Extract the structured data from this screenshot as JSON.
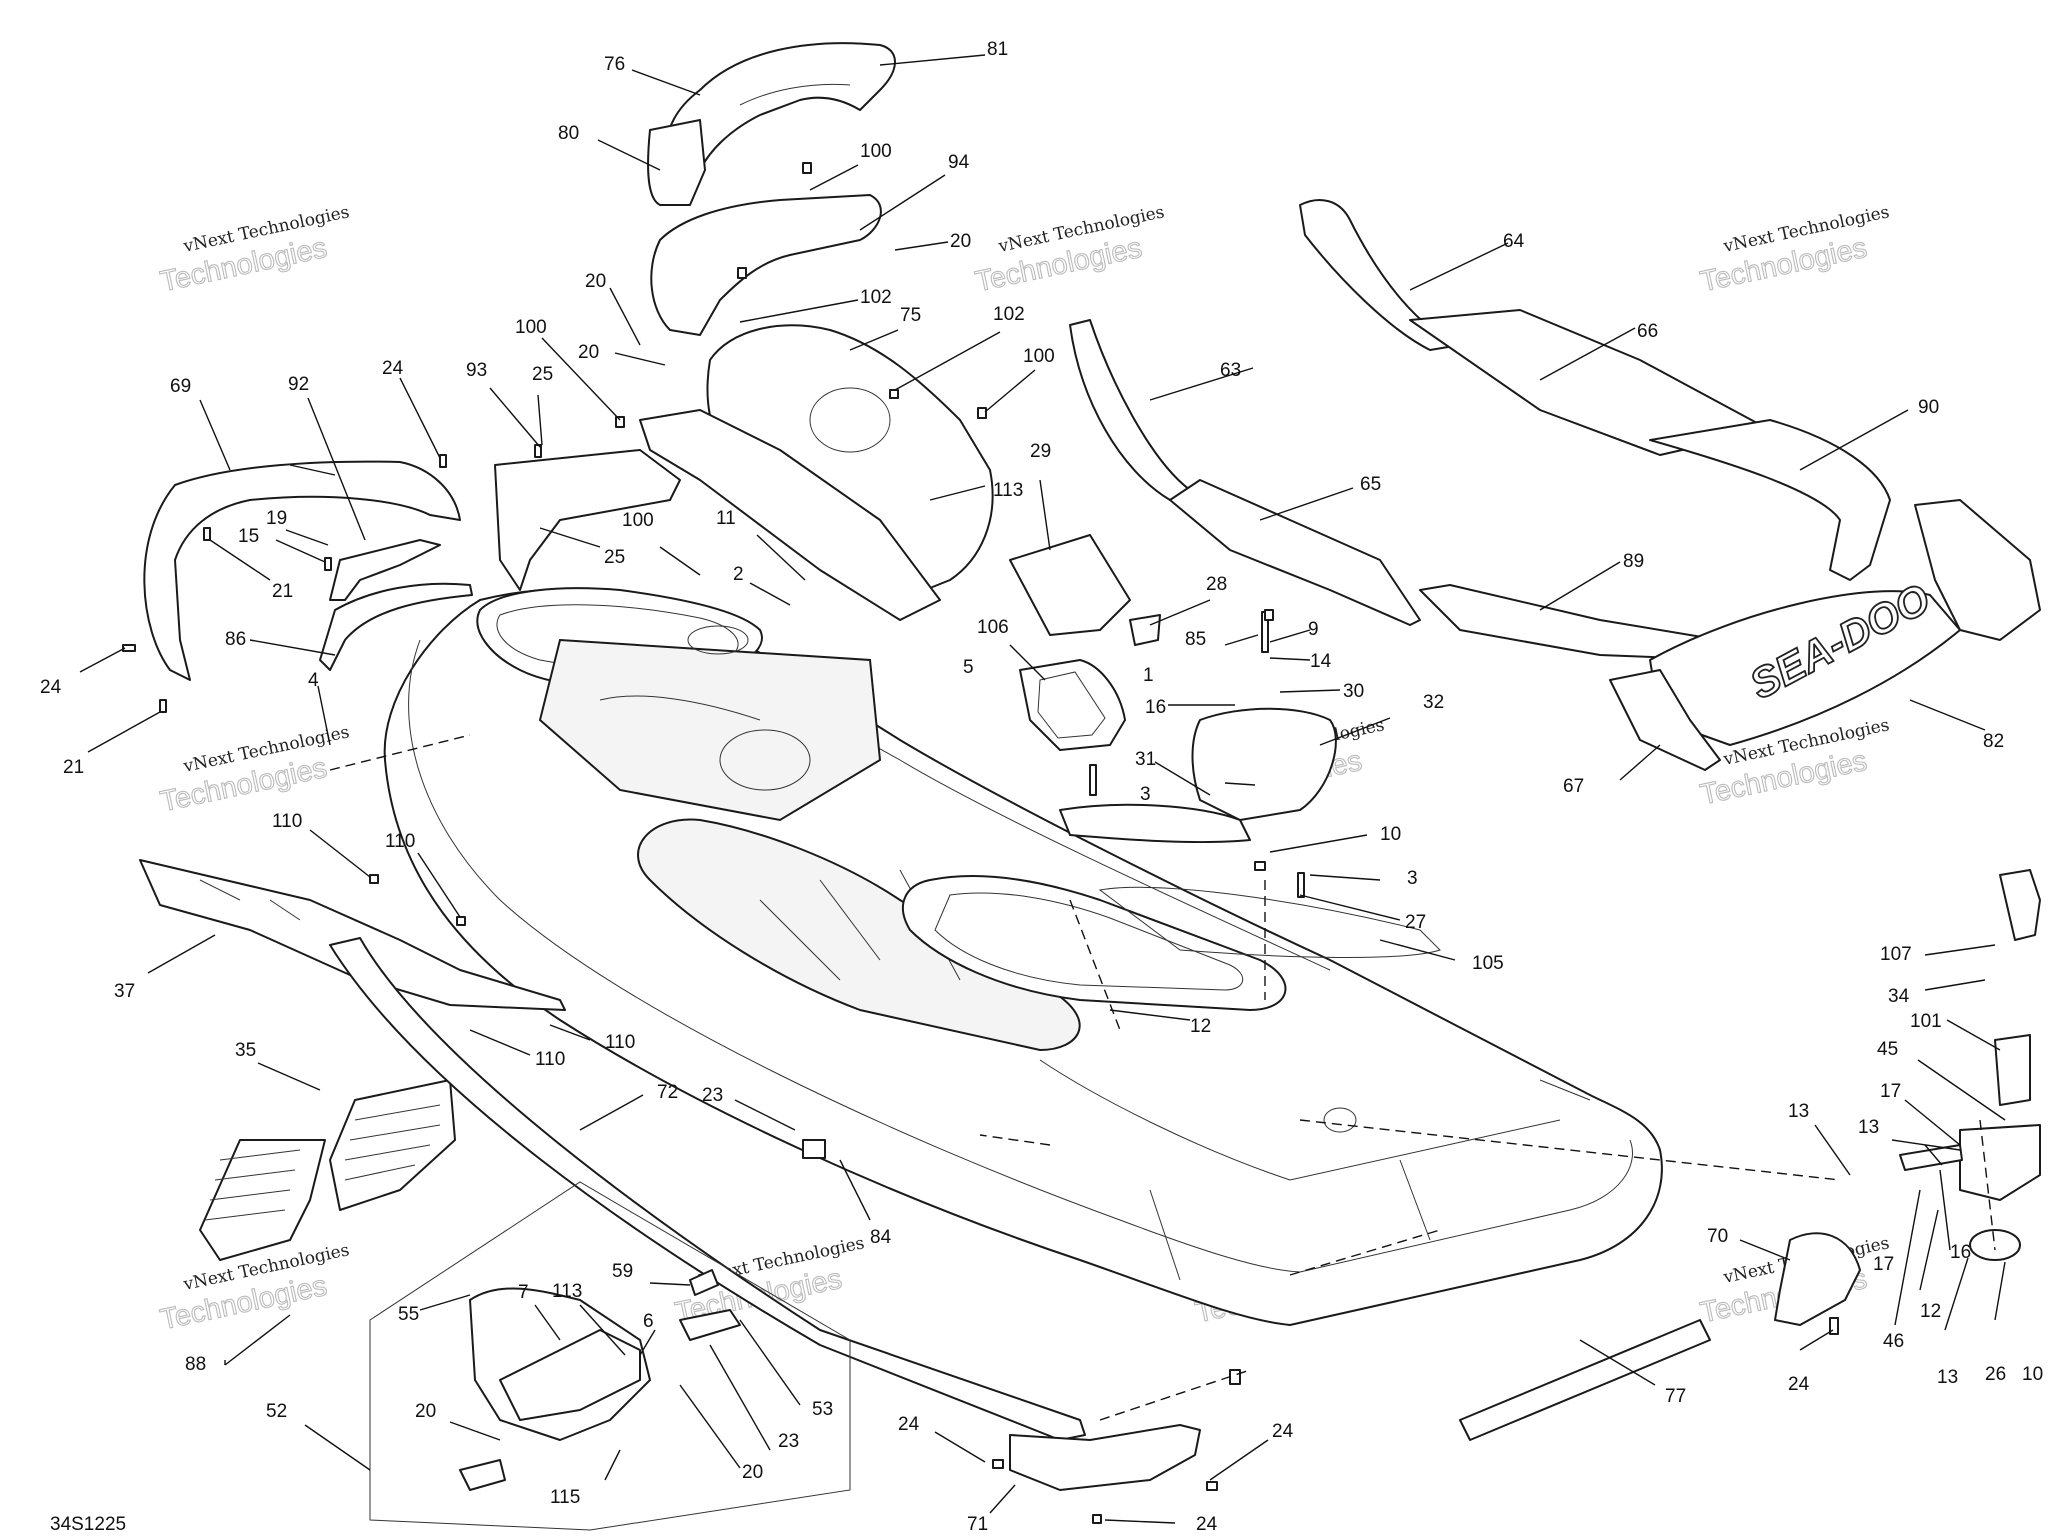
{
  "diagram_code": "34S1225",
  "watermark": {
    "line1": "vNext Technologies",
    "line2": "Technologies"
  },
  "logo_text": "SEA-DOO",
  "callouts": [
    "76",
    "81",
    "80",
    "100",
    "94",
    "20",
    "20",
    "102",
    "75",
    "102",
    "20",
    "100",
    "100",
    "24",
    "93",
    "25",
    "69",
    "92",
    "19",
    "15",
    "21",
    "25",
    "100",
    "11",
    "2",
    "29",
    "113",
    "28",
    "106",
    "85",
    "9",
    "14",
    "5",
    "1",
    "30",
    "16",
    "32",
    "3",
    "31",
    "86",
    "24",
    "4",
    "21",
    "10",
    "3",
    "27",
    "105",
    "12",
    "110",
    "110",
    "37",
    "110",
    "110",
    "35",
    "72",
    "23",
    "84",
    "70",
    "77",
    "88",
    "52",
    "7",
    "113",
    "59",
    "6",
    "55",
    "20",
    "53",
    "23",
    "20",
    "115",
    "24",
    "24",
    "71",
    "24",
    "64",
    "63",
    "66",
    "90",
    "65",
    "89",
    "82",
    "67",
    "107",
    "34",
    "101",
    "45",
    "17",
    "13",
    "13",
    "17",
    "16",
    "12",
    "46",
    "13",
    "26",
    "10",
    "24"
  ]
}
